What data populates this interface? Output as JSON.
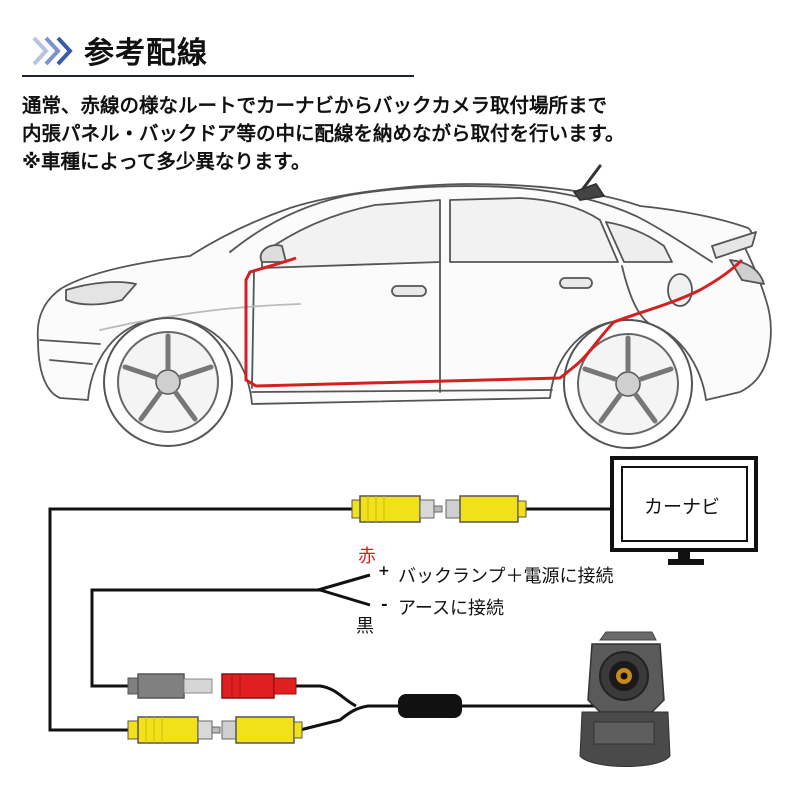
{
  "header": {
    "title": "参考配線",
    "accent_color": "#3b5ba8",
    "icon": "double-chevron-icon"
  },
  "description": {
    "line1": "通常、赤線の様なルートでカーナビからバックカメラ取付場所まで",
    "line2": "内張パネル・バックドア等の中に配線を納めながら取付を行います。",
    "line3": "※車種によって多少異なります。"
  },
  "wiring": {
    "monitor_label": "カーナビ",
    "red_label": "赤",
    "black_label": "黒",
    "plus_sign": "+",
    "minus_sign": "-",
    "plus_text": "バックランプ＋電源に接続",
    "minus_text": "アースに接続",
    "route_color": "#d42020",
    "rca_yellow": "#f2e11a",
    "power_red": "#e02020",
    "ground_gray": "#808080"
  }
}
